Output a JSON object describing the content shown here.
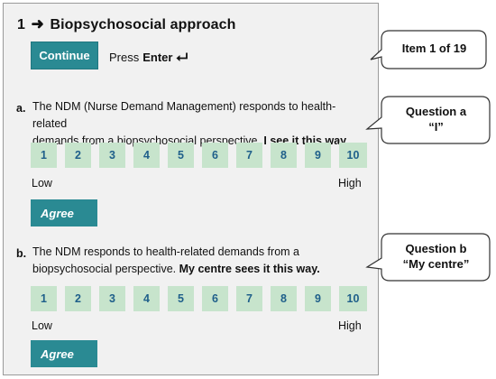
{
  "header": {
    "item_number": "1",
    "arrow": "➜",
    "title": "Biopsychosocial approach"
  },
  "navigation": {
    "continue_label": "Continue",
    "press_label": "Press",
    "enter_key_label": "Enter"
  },
  "scale": {
    "values": [
      "1",
      "2",
      "3",
      "4",
      "5",
      "6",
      "7",
      "8",
      "9",
      "10"
    ],
    "low_label": "Low",
    "high_label": "High"
  },
  "questions": [
    {
      "marker": "a.",
      "text_line1": "The NDM (Nurse Demand Management) responds to health-related",
      "text_line2_plain": "demands from a biopsychosocial perspective.",
      "text_line2_bold": "I see it this way.",
      "agree_label": "Agree"
    },
    {
      "marker": "b.",
      "text_line1": "The NDM responds to health-related demands from a",
      "text_line2_plain": "biopsychosocial perspective.",
      "text_line2_bold": "My centre sees it this way.",
      "agree_label": "Agree"
    }
  ],
  "callouts": {
    "item": "Item 1 of 19",
    "question_a_line1": "Question a",
    "question_a_line2": "“I”",
    "question_b_line1": "Question b",
    "question_b_line2": "“My centre”"
  },
  "colors": {
    "button_teal": "#2a8a93",
    "scale_cell_green": "#c7e4cc",
    "scale_number_blue": "#1f5f8a",
    "panel_grey": "#f1f1f1"
  }
}
